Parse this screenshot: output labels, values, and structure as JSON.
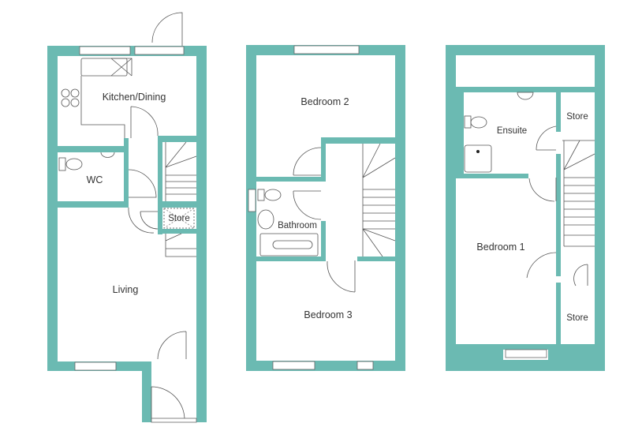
{
  "colors": {
    "wall": "#6bbab2",
    "line": "#555555",
    "background": "#ffffff"
  },
  "ground_floor": {
    "rooms": {
      "kitchen": "Kitchen/Dining",
      "wc": "WC",
      "store": "Store",
      "living": "Living"
    }
  },
  "first_floor": {
    "rooms": {
      "bedroom2": "Bedroom 2",
      "bathroom": "Bathroom",
      "bedroom3": "Bedroom 3"
    }
  },
  "second_floor": {
    "rooms": {
      "ensuite": "Ensuite",
      "store_top": "Store",
      "bedroom1": "Bedroom 1",
      "store_bottom": "Store"
    }
  }
}
